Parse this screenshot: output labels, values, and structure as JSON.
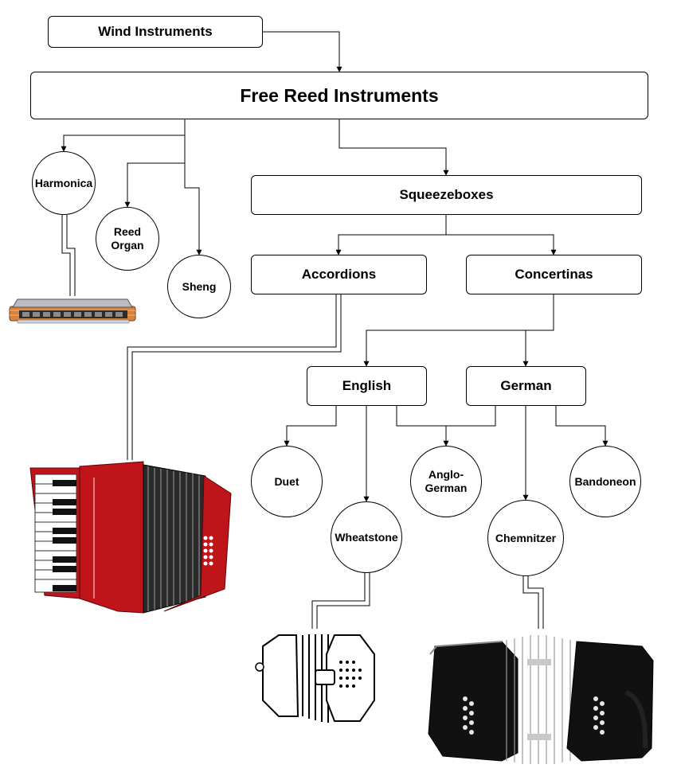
{
  "nodes": {
    "wind_instruments": "Wind Instruments",
    "free_reed": "Free Reed Instruments",
    "harmonica": "Harmonica",
    "reed_organ": "Reed\nOrgan",
    "sheng": "Sheng",
    "squeezeboxes": "Squeezeboxes",
    "accordions": "Accordions",
    "concertinas": "Concertinas",
    "english": "English",
    "german": "German",
    "duet": "Duet",
    "wheatstone": "Wheatstone",
    "anglo_german": "Anglo-\nGerman",
    "chemnitzer": "Chemnitzer",
    "bandoneon": "Bandoneon"
  },
  "colors": {
    "line": "#000000",
    "accordion_red": "#c0141b",
    "harmonica_wood": "#d9833a",
    "bandoneon_body": "#111111"
  },
  "icons": [
    "harmonica-icon",
    "accordion-icon",
    "concertina-icon",
    "bandoneon-icon"
  ]
}
